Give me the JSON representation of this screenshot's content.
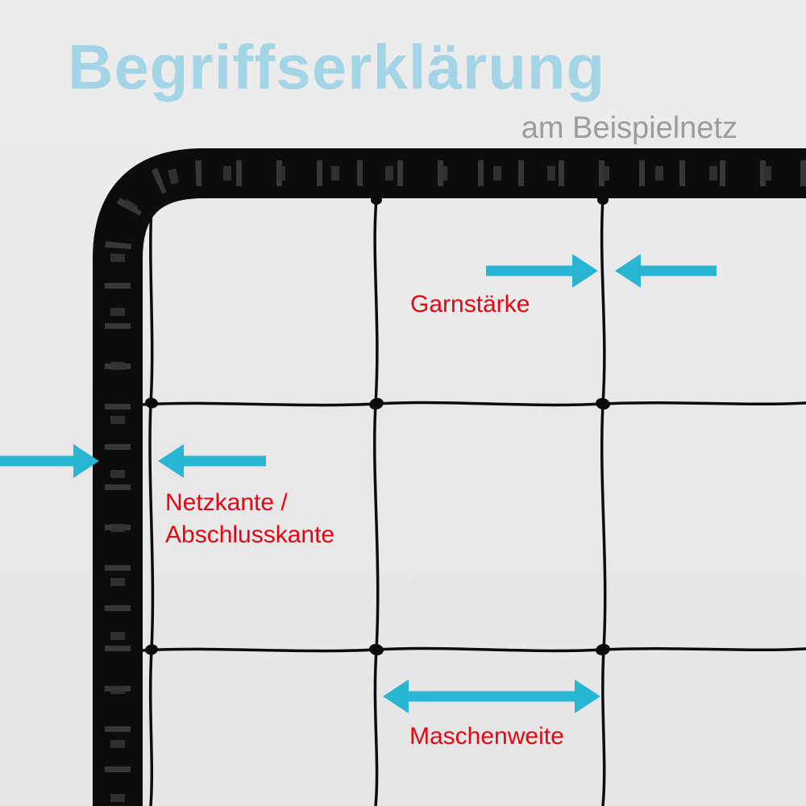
{
  "header": {
    "title": "Begriffserklärung",
    "subtitle": "am Beispielnetz"
  },
  "annotations": {
    "garnstaerke": {
      "label": "Garnstärke"
    },
    "netzkante": {
      "label_line1": "Netzkante /",
      "label_line2": "Abschlusskante"
    },
    "maschenweite": {
      "label": "Maschenweite"
    }
  },
  "colors": {
    "background": "#e9e9e9",
    "title_blue": "#a4d5e6",
    "subtitle_gray": "#9c9c9c",
    "label_red": "#e30613",
    "arrow_cyan": "#29b6d3",
    "net_black": "#0c0c0c"
  }
}
